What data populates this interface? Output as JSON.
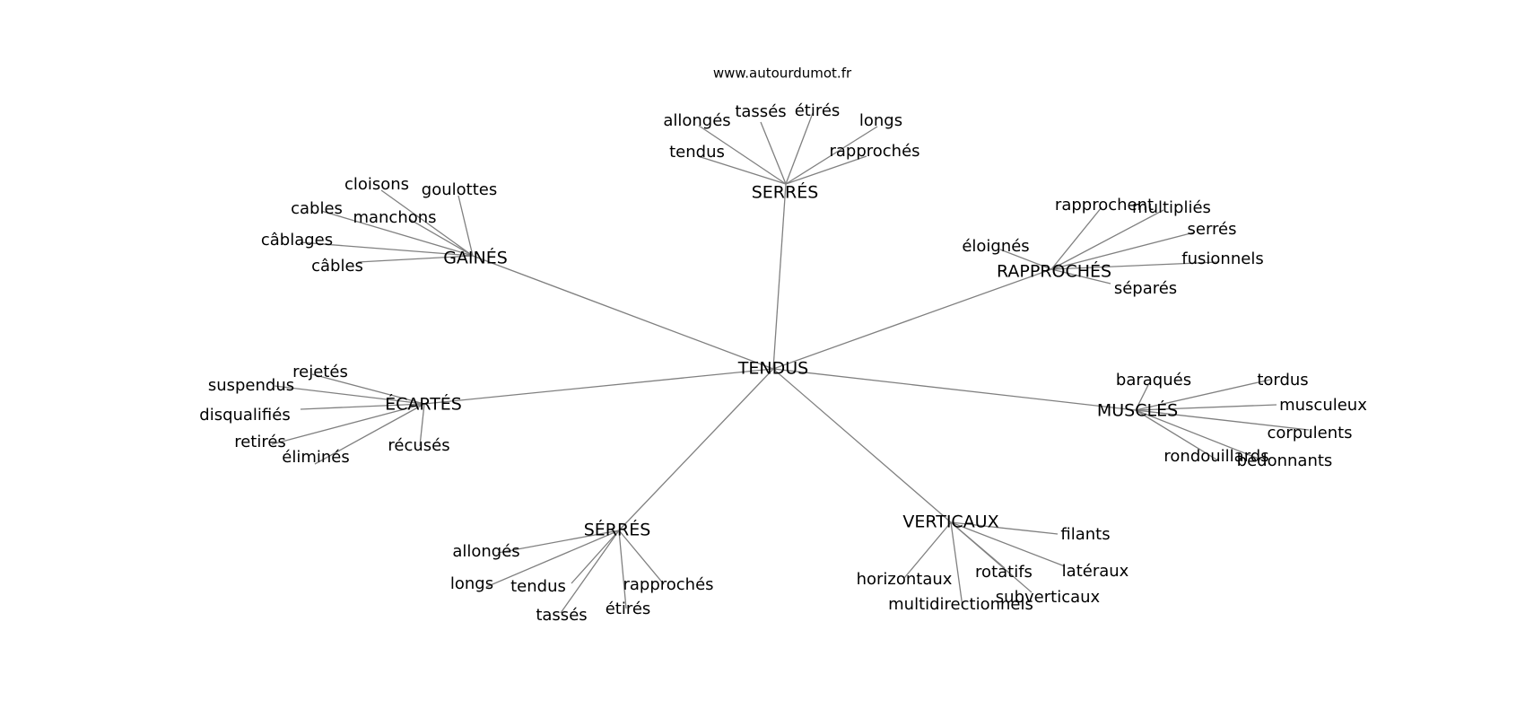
{
  "credit": "www.autourdumot.fr",
  "center": "TENDUS",
  "hubs": [
    {
      "id": "serres",
      "label": "SERRÉS",
      "leaves": [
        "allongés",
        "tassés",
        "étirés",
        "longs",
        "tendus",
        "rapprochés"
      ]
    },
    {
      "id": "gaines",
      "label": "GAINÉS",
      "leaves": [
        "cloisons",
        "goulottes",
        "cables",
        "manchons",
        "câblages",
        "câbles"
      ]
    },
    {
      "id": "rapproches",
      "label": "RAPPROCHÉS",
      "leaves": [
        "rapprochent",
        "multipliés",
        "éloignés",
        "serrés",
        "fusionnels",
        "séparés"
      ]
    },
    {
      "id": "ecartes",
      "label": "ÉCARTÉS",
      "leaves": [
        "rejetés",
        "suspendus",
        "disqualifiés",
        "retirés",
        "éliminés",
        "récusés"
      ]
    },
    {
      "id": "muscles",
      "label": "MUSCLÉS",
      "leaves": [
        "baraqués",
        "tordus",
        "musculeux",
        "corpulents",
        "rondouillards",
        "bedonnants"
      ]
    },
    {
      "id": "serres2",
      "label": "SÉRRÉS",
      "leaves": [
        "allongés",
        "longs",
        "tendus",
        "tassés",
        "étirés",
        "rapprochés"
      ]
    },
    {
      "id": "verticaux",
      "label": "VERTICAUX",
      "leaves": [
        "filants",
        "horizontaux",
        "rotatifs",
        "latéraux",
        "subverticaux",
        "multidirectionnels"
      ]
    }
  ]
}
